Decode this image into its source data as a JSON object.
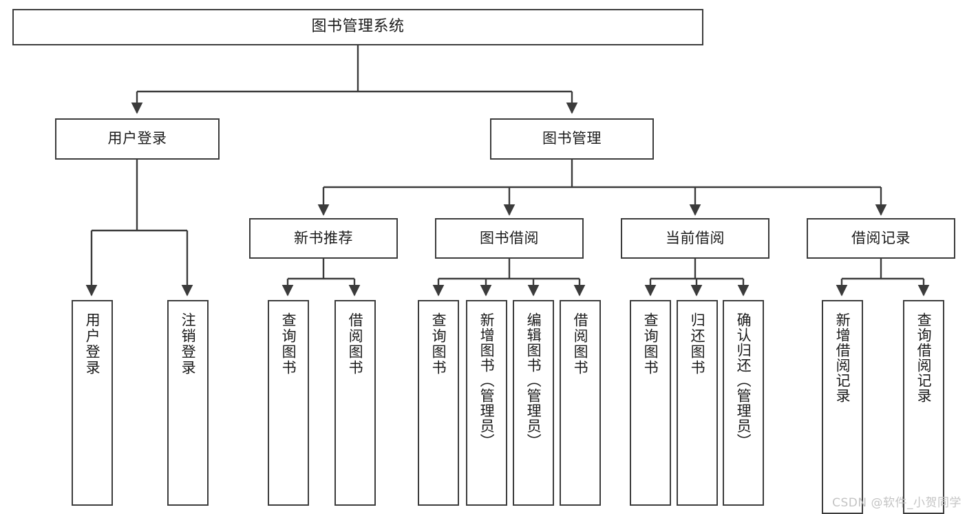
{
  "diagram": {
    "title": "图书管理系统",
    "type": "tree",
    "watermark": "CSDN @软件_小贺同学",
    "nodes": {
      "root": {
        "label": "图书管理系统"
      },
      "tier2": [
        {
          "label": "用户登录"
        },
        {
          "label": "图书管理"
        }
      ],
      "tier3": [
        {
          "label": "新书推荐"
        },
        {
          "label": "图书借阅"
        },
        {
          "label": "当前借阅"
        },
        {
          "label": "借阅记录"
        }
      ],
      "leaves_user_login": [
        {
          "label": "用户登录"
        },
        {
          "label": "注销登录"
        }
      ],
      "leaves_new_book": [
        {
          "label": "查询图书"
        },
        {
          "label": "借阅图书"
        }
      ],
      "leaves_borrow": [
        {
          "label": "查询图书"
        },
        {
          "label": "新增图书（管理员）"
        },
        {
          "label": "编辑图书（管理员）"
        },
        {
          "label": "借阅图书"
        }
      ],
      "leaves_current": [
        {
          "label": "查询图书"
        },
        {
          "label": "归还图书"
        },
        {
          "label": "确认归还（管理员）"
        }
      ],
      "leaves_records": [
        {
          "label": "新增借阅记录"
        },
        {
          "label": "查询借阅记录"
        }
      ]
    },
    "colors": {
      "stroke": "#3b3b3b",
      "background": "#ffffff",
      "text": "#1a1a1a",
      "watermark": "#c4c4c4"
    }
  }
}
